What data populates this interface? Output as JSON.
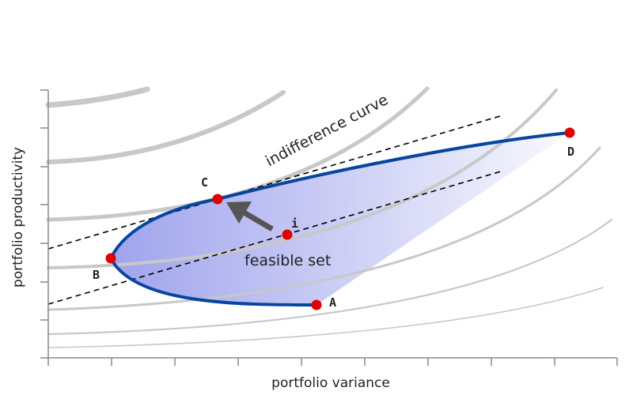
{
  "diagram": {
    "xlabel": "portfolio variance",
    "ylabel": "portfolio productivity",
    "indifference_label": "indifference curve",
    "feasible_label": "feasible set",
    "points": [
      {
        "label": "A"
      },
      {
        "label": "B"
      },
      {
        "label": "C"
      },
      {
        "label": "D"
      },
      {
        "label": "i"
      }
    ],
    "colors": {
      "boundary": "#0645a0",
      "point": "#e00000",
      "fill": "#7f85e6",
      "curve": "#c8c8c8",
      "arrow": "#555555"
    }
  }
}
